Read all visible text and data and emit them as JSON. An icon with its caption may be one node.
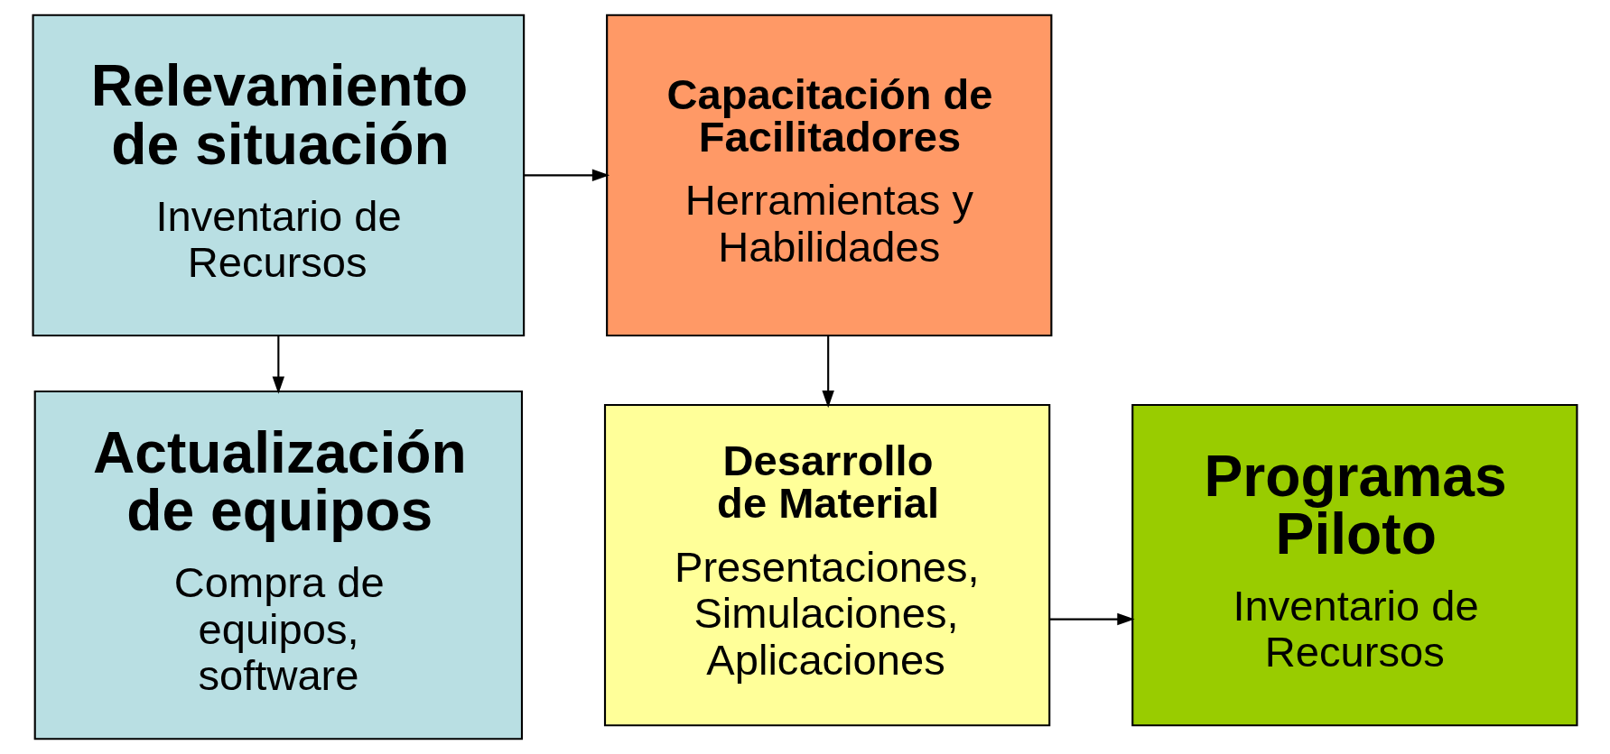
{
  "diagram": {
    "nodes": [
      {
        "text": [
          "Relevamiento de situación",
          "Inventario de Recursos"
        ]
      },
      {
        "text": [
          "Capacitación de Facilitadores",
          "Herramientas y Habilidades"
        ]
      },
      {
        "text": [
          "Actualización de equipos",
          "Compra de equipos, software"
        ]
      },
      {
        "text": [
          "Desarrollo de Material",
          "Presentaciones, Simulaciones, Aplicaciones"
        ]
      },
      {
        "text": [
          "Programas Piloto",
          "Inventario de Recursos"
        ]
      }
    ],
    "edges": [
      {
        "from": 0,
        "to": 1,
        "arrow": "to"
      },
      {
        "from": 0,
        "to": 2,
        "arrow": "to"
      },
      {
        "from": 1,
        "to": 3,
        "arrow": "to"
      },
      {
        "from": 3,
        "to": 4,
        "arrow": "to"
      }
    ]
  }
}
